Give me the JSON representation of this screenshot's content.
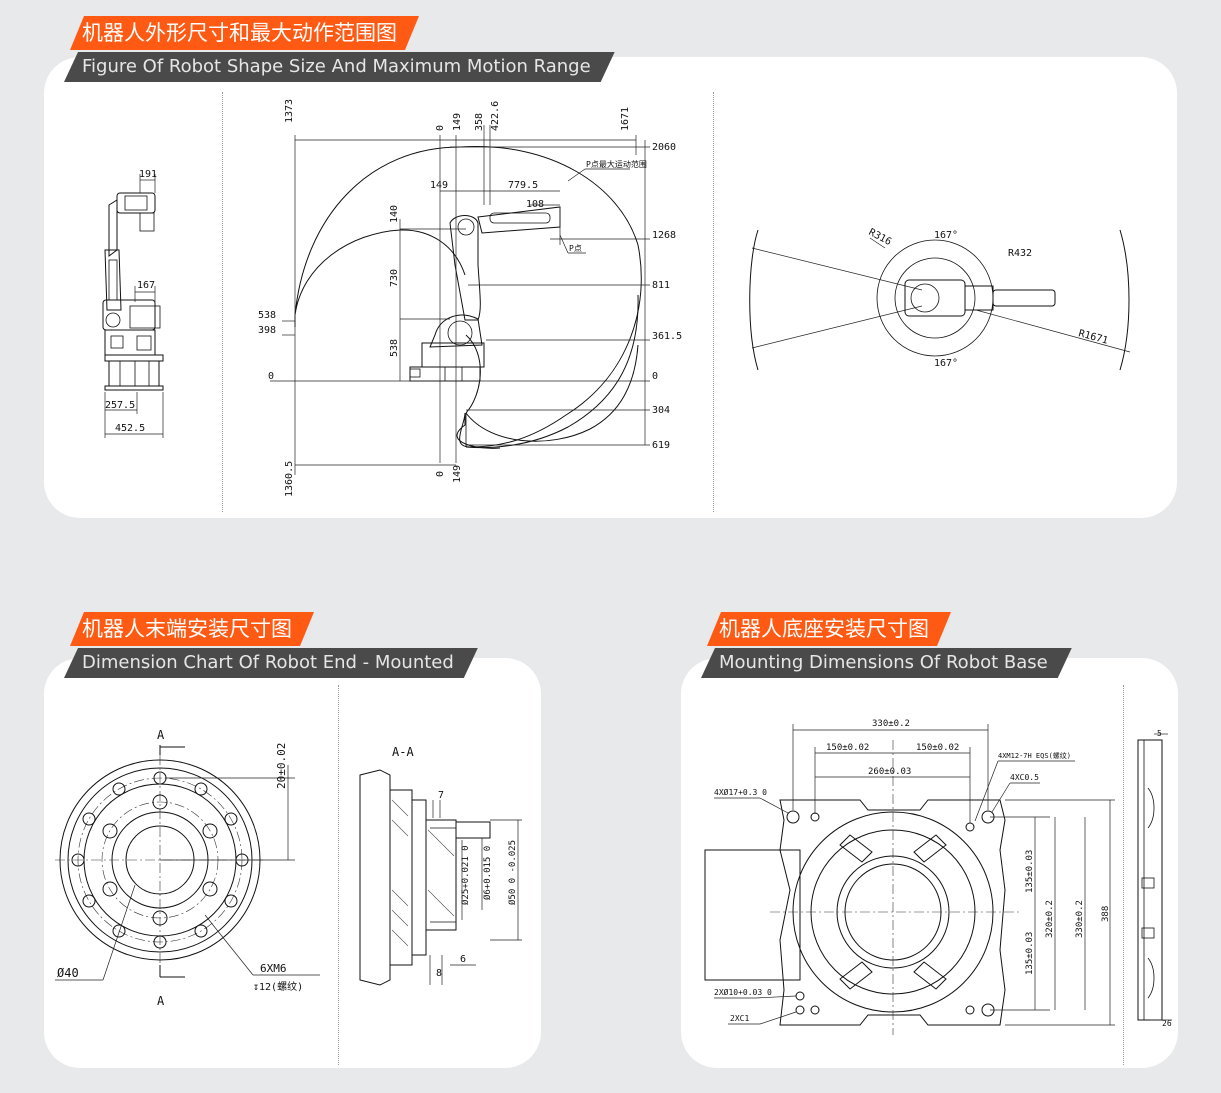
{
  "sections": {
    "motion": {
      "title_cn": "机器人外形尺寸和最大动作范围图",
      "title_en": "Figure Of Robot Shape Size And Maximum Motion Range"
    },
    "end": {
      "title_cn": "机器人末端安装尺寸图",
      "title_en": "Dimension Chart Of Robot End - Mounted"
    },
    "base": {
      "title_cn": "机器人底座安装尺寸图",
      "title_en": "Mounting Dimensions Of Robot Base"
    }
  },
  "side_view": {
    "d191": "191",
    "d167": "167",
    "d257": "257.5",
    "d452": "452.5"
  },
  "range_view": {
    "top_labels": [
      "1373",
      "0",
      "149",
      "358",
      "422.6",
      "1671"
    ],
    "right_labels": [
      "2060",
      "1268",
      "811",
      "361.5",
      "0",
      "304",
      "619"
    ],
    "left_labels": [
      "538",
      "398",
      "0"
    ],
    "bottom_labels": [
      "1360.5",
      "0",
      "149"
    ],
    "inner": {
      "d149": "149",
      "d779": "779.5",
      "d108": "108",
      "d140": "140",
      "d730": "730",
      "d538": "538"
    },
    "p_range_label": "P点最大运动范围",
    "p_label": "P点"
  },
  "top_view": {
    "r316": "R316",
    "r432": "R432",
    "r1671": "R1671",
    "a_top": "167°",
    "a_bottom": "167°"
  },
  "flange": {
    "a_top": "A",
    "a_bottom": "A",
    "d20": "20±0.02",
    "d40": "Ø40",
    "screw1": "6XM6",
    "screw2": "↧12(螺纹)",
    "section_label": "A-A",
    "d7": "7",
    "d25": "Ø25+0.021 0",
    "d6": "Ø6+0.015 0",
    "d50": "Ø50 0 -0.025",
    "d8": "8",
    "d6b": "6"
  },
  "base_mount": {
    "d330w": "330±0.2",
    "d150a": "150±0.02",
    "d150b": "150±0.02",
    "d260": "260±0.03",
    "hole17": "4XØ17+0.3 0",
    "m12": "4XM12-7H EQS(螺纹)",
    "c05": "4XC0.5",
    "hole10": "2XØ10+0.03 0",
    "c1": "2XC1",
    "d135a": "135±0.03",
    "d135b": "135±0.03",
    "d320": "320±0.2",
    "d330h": "330±0.2",
    "d388": "388",
    "d5": "5",
    "d26": "26"
  },
  "colors": {
    "accent": "#ff5a14",
    "subtitle_bg": "#4a4a4a",
    "page_bg": "#e8e9ea",
    "card_bg": "#ffffff"
  }
}
